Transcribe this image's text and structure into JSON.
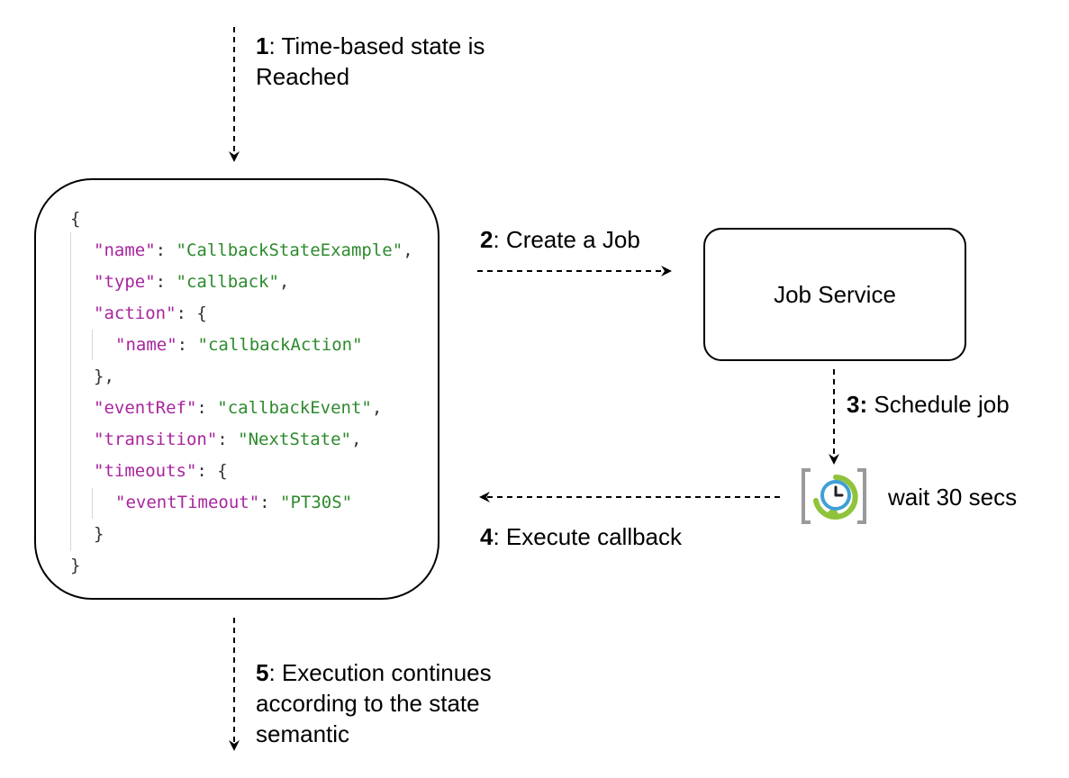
{
  "steps": {
    "step1": {
      "num": "1",
      "line1": ": Time-based state is",
      "line2": "Reached"
    },
    "step2": {
      "num": "2",
      "text": ": Create a Job"
    },
    "step3": {
      "num": "3:",
      "text": " Schedule job"
    },
    "step4": {
      "num": "4",
      "text": ": Execute callback"
    },
    "step5": {
      "num": "5",
      "line1": ": Execution continues",
      "line2": "according to the state",
      "line3": "semantic"
    }
  },
  "job_service": {
    "title": "Job Service"
  },
  "timer": {
    "label": "wait 30 secs",
    "icon": "clock-timer-icon"
  },
  "code": {
    "open_brace": "{",
    "name_key": "\"name\"",
    "name_val": "\"CallbackStateExample\"",
    "type_key": "\"type\"",
    "type_val": "\"callback\"",
    "action_key": "\"action\"",
    "action_name_key": "\"name\"",
    "action_name_val": "\"callbackAction\"",
    "action_close": "},",
    "eventref_key": "\"eventRef\"",
    "eventref_val": "\"callbackEvent\"",
    "transition_key": "\"transition\"",
    "transition_val": "\"NextState\"",
    "timeouts_key": "\"timeouts\"",
    "eventtimeout_key": "\"eventTimeout\"",
    "eventtimeout_val": "\"PT30S\"",
    "timeouts_close": "}",
    "close_brace": "}"
  },
  "colors": {
    "key": "#a8259e",
    "string": "#2d8a2d",
    "stroke": "#000000"
  }
}
